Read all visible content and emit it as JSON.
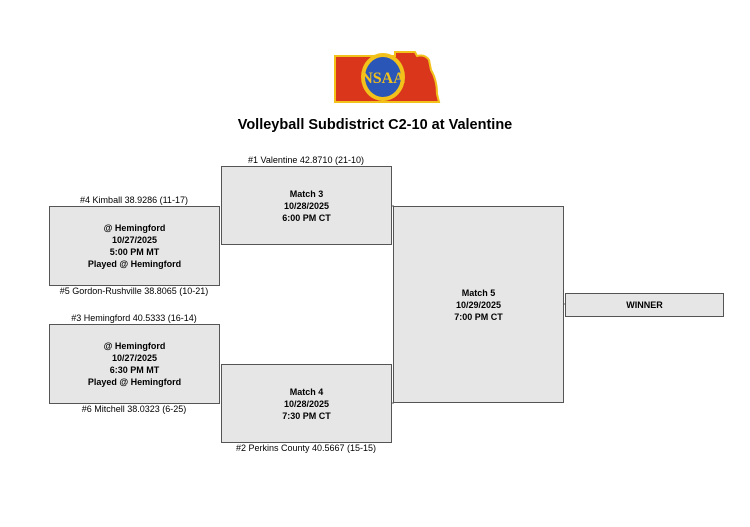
{
  "title": "Volleyball Subdistrict C2-10 at Valentine",
  "logo": {
    "text": "NSAA",
    "colors": {
      "state": "#d9361c",
      "badge": "#2a56b8",
      "accent": "#f2c21b"
    }
  },
  "teams": {
    "t1": "#1 Valentine 42.8710 (21-10)",
    "t4": "#4 Kimball 38.9286 (11-17)",
    "t5": "#5 Gordon-Rushville 38.8065 (10-21)",
    "t3": "#3 Hemingford 40.5333 (16-14)",
    "t6": "#6 Mitchell 38.0323 (6-25)",
    "t2": "#2 Perkins County 40.5667 (15-15)"
  },
  "matches": {
    "m1": {
      "line1": "@ Hemingford",
      "line2": "10/27/2025",
      "line3": "5:00 PM MT",
      "line4": "Played @ Hemingford"
    },
    "m2": {
      "line1": "@ Hemingford",
      "line2": "10/27/2025",
      "line3": "6:30 PM MT",
      "line4": "Played @ Hemingford"
    },
    "m3": {
      "line1": "Match 3",
      "line2": "10/28/2025",
      "line3": "6:00 PM CT"
    },
    "m4": {
      "line1": "Match 4",
      "line2": "10/28/2025",
      "line3": "7:30 PM CT"
    },
    "m5": {
      "line1": "Match 5",
      "line2": "10/29/2025",
      "line3": "7:00 PM CT"
    }
  },
  "winner_label": "WINNER"
}
